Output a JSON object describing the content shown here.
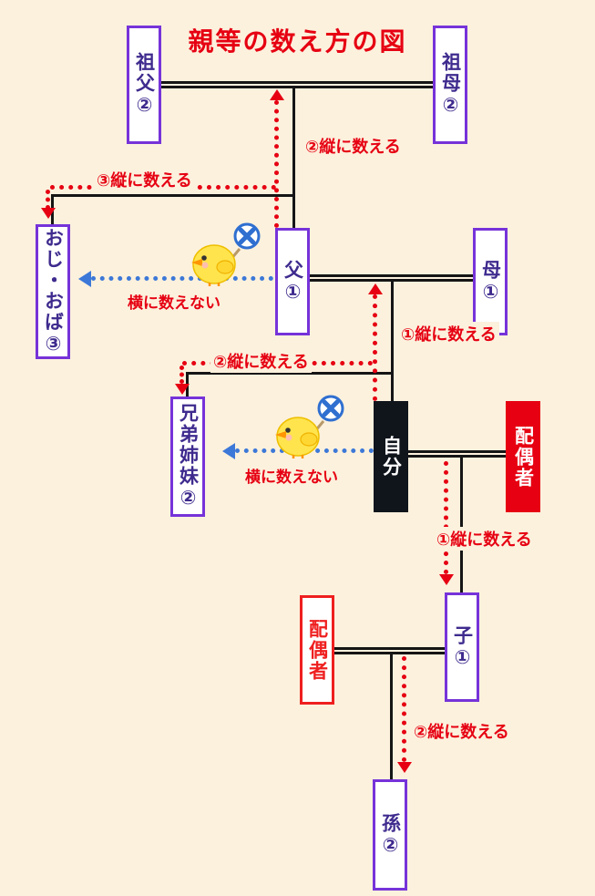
{
  "title": "親等の数え方の図",
  "nodes": {
    "grandfather": {
      "label": "祖父②"
    },
    "grandmother": {
      "label": "祖母②"
    },
    "father": {
      "label": "父①"
    },
    "mother": {
      "label": "母①"
    },
    "uncle_aunt": {
      "label": "おじ・おば③"
    },
    "siblings": {
      "label": "兄弟姉妹②"
    },
    "self": {
      "label": "自分"
    },
    "spouse_self": {
      "label": "配偶者"
    },
    "child": {
      "label": "子①"
    },
    "spouse_child": {
      "label": "配偶者"
    },
    "grandchild": {
      "label": "孫②"
    }
  },
  "annotations": {
    "count2_up": "②縦に数える",
    "count3_left": "③縦に数える",
    "count1_up": "①縦に数える",
    "count2_left": "②縦に数える",
    "count1_down": "①縦に数える",
    "count2_down": "②縦に数える",
    "no_horizontal_1": "横に数えない",
    "no_horizontal_2": "横に数えない"
  },
  "colors": {
    "background": "#fcf1dd",
    "box_border_purple": "#7633d9",
    "box_text_purple": "#3f2b8e",
    "accent_red": "#e60012",
    "no_count_blue": "#3c78d8",
    "line_black": "#151515",
    "self_box_black": "#10151c"
  }
}
